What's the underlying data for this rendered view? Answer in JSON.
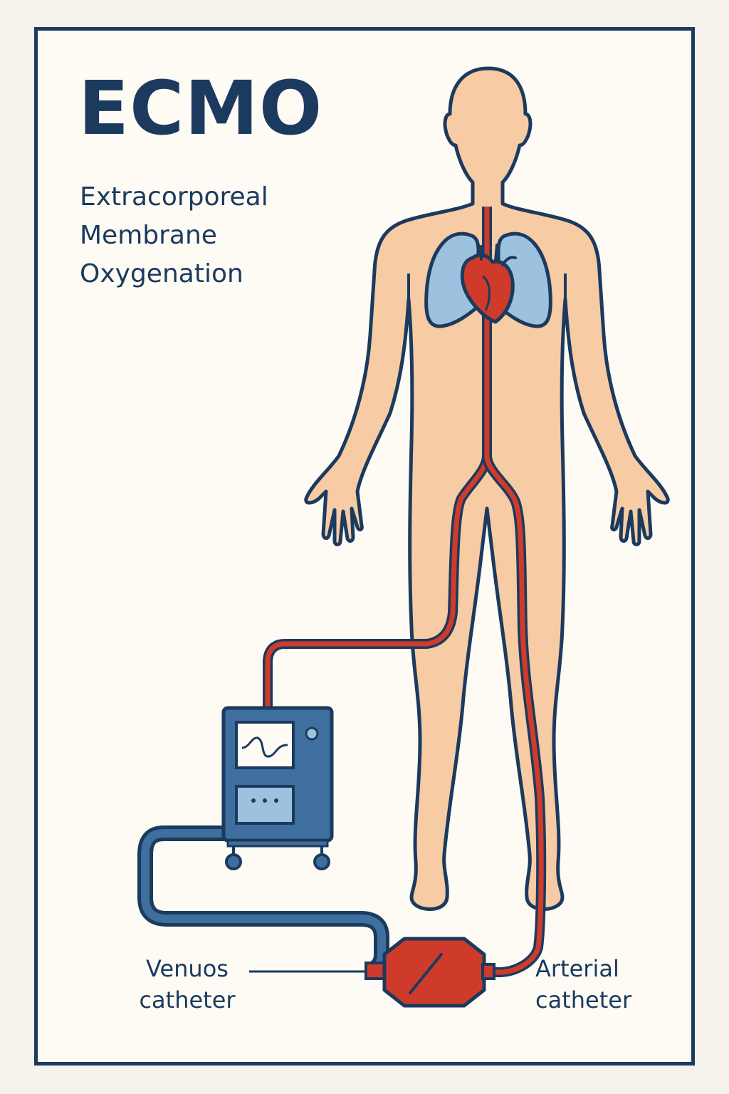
{
  "title": "ECMO",
  "subtitle_lines": [
    "Extracorporeal",
    "Membrane",
    "Oxygenation"
  ],
  "labels": {
    "venous": [
      "Venuos",
      "catheter"
    ],
    "arterial": [
      "Arterial",
      "catheter"
    ]
  },
  "colors": {
    "outline": "#1b3a5e",
    "skin": "#f7cba3",
    "lungs": "#9cc2e0",
    "blood": "#cf3b2b",
    "machine": "#3f6f9f",
    "machine_light": "#9cc2e0",
    "background": "#fdfbf4"
  }
}
